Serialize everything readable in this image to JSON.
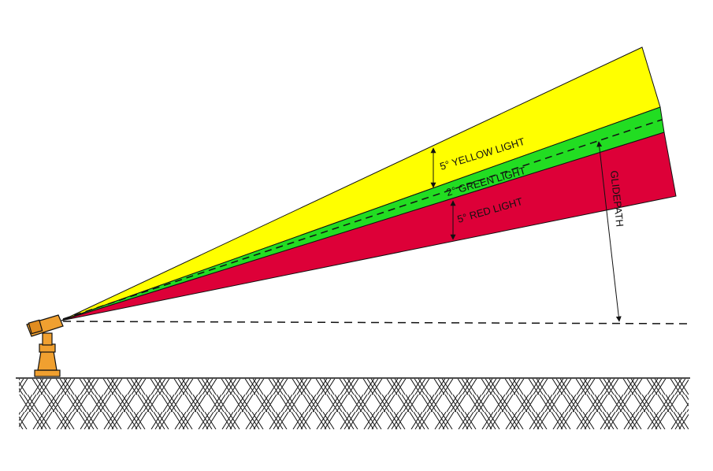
{
  "labels": {
    "yellow": "5° YELLOW LIGHT",
    "green": "2° GREEN LIGHT",
    "red": "5° RED LIGHT",
    "glidepath": "GLIDEPATH"
  },
  "colors": {
    "yellow": "#ffff00",
    "green": "#22dd22",
    "red": "#dd0038",
    "lamp": "#f0a030",
    "ink": "#111111"
  }
}
